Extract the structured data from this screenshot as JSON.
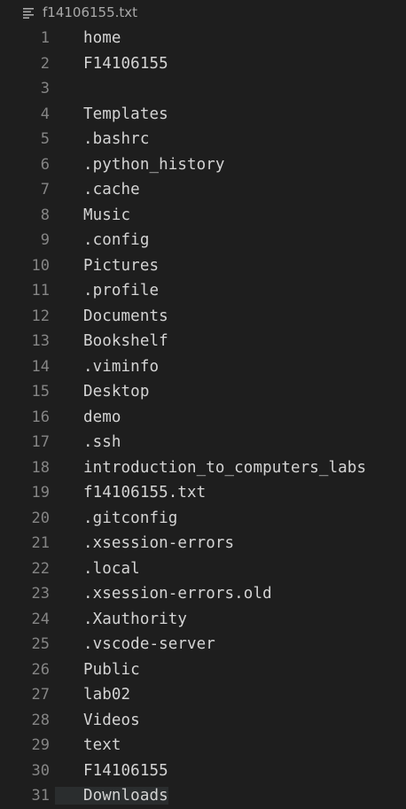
{
  "tab": {
    "filename": "f14106155.txt",
    "icon": "text-lines-icon"
  },
  "lines": [
    {
      "n": "1",
      "text": "home"
    },
    {
      "n": "2",
      "text": "F14106155"
    },
    {
      "n": "3",
      "text": ""
    },
    {
      "n": "4",
      "text": "Templates"
    },
    {
      "n": "5",
      "text": ".bashrc"
    },
    {
      "n": "6",
      "text": ".python_history"
    },
    {
      "n": "7",
      "text": ".cache"
    },
    {
      "n": "8",
      "text": "Music"
    },
    {
      "n": "9",
      "text": ".config"
    },
    {
      "n": "10",
      "text": "Pictures"
    },
    {
      "n": "11",
      "text": ".profile"
    },
    {
      "n": "12",
      "text": "Documents"
    },
    {
      "n": "13",
      "text": "Bookshelf"
    },
    {
      "n": "14",
      "text": ".viminfo"
    },
    {
      "n": "15",
      "text": "Desktop"
    },
    {
      "n": "16",
      "text": "demo"
    },
    {
      "n": "17",
      "text": ".ssh"
    },
    {
      "n": "18",
      "text": "introduction_to_computers_labs"
    },
    {
      "n": "19",
      "text": "f14106155.txt"
    },
    {
      "n": "20",
      "text": ".gitconfig"
    },
    {
      "n": "21",
      "text": ".xsession-errors"
    },
    {
      "n": "22",
      "text": ".local"
    },
    {
      "n": "23",
      "text": ".xsession-errors.old"
    },
    {
      "n": "24",
      "text": ".Xauthority"
    },
    {
      "n": "25",
      "text": ".vscode-server"
    },
    {
      "n": "26",
      "text": "Public"
    },
    {
      "n": "27",
      "text": "lab02"
    },
    {
      "n": "28",
      "text": "Videos"
    },
    {
      "n": "29",
      "text": "text"
    },
    {
      "n": "30",
      "text": "F14106155"
    },
    {
      "n": "31",
      "text": "Downloads"
    }
  ]
}
